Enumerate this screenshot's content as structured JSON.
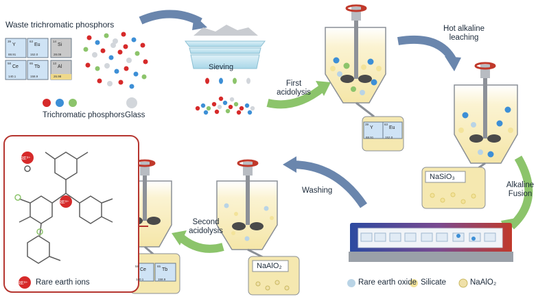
{
  "labels": {
    "waste_title": "Waste trichromatic phosphors",
    "sieving": "Sieving",
    "first_acidolysis": "First\nacidolysis",
    "hot_alkaline_leaching": "Hot alkaline\nleaching",
    "trichromatic_phosphors": "Trichromatic phosphors",
    "glass": "Glass",
    "nasio3": "NaSiO₃",
    "alkaline_fusion": "Alkaline\nFusion",
    "washing": "Washing",
    "second_acidolysis": "Second\nacidolysis",
    "naalo2": "NaAlO₂",
    "rare_earth_ions": "Rare earth ions",
    "re3_badge": "RE³⁺"
  },
  "legend": [
    {
      "label": "Rare earth oxide",
      "color": "#b9d4e6"
    },
    {
      "label": "Silicate",
      "color": "#f3e39a"
    },
    {
      "label": "NaAlO₂",
      "color": "#efe0a8"
    }
  ],
  "periodic_cells": [
    {
      "num": "39",
      "sym": "Y",
      "mass": "88.91",
      "color": "#cfe3f5"
    },
    {
      "num": "63",
      "sym": "Eu",
      "mass": "152.0",
      "color": "#cfe3f5"
    },
    {
      "num": "14",
      "sym": "Si",
      "mass": "28.09",
      "color": "#c9c9c9"
    },
    {
      "num": "58",
      "sym": "Ce",
      "mass": "140.1",
      "color": "#cfe3f5"
    },
    {
      "num": "65",
      "sym": "Tb",
      "mass": "158.9",
      "color": "#cfe3f5"
    },
    {
      "num": "13",
      "sym": "Al",
      "mass": "26.98",
      "color": "#efd98a"
    }
  ],
  "first_product_cells": [
    {
      "num": "39",
      "sym": "Y",
      "mass": "88.91"
    },
    {
      "num": "63",
      "sym": "Eu",
      "mass": "152.0"
    }
  ],
  "second_product_cells": [
    {
      "num": "58",
      "sym": "Ce",
      "mass": "140.1"
    },
    {
      "num": "65",
      "sym": "Tb",
      "mass": "158.9"
    }
  ],
  "colors": {
    "arrow_blue": "#6a86ad",
    "arrow_green": "#8cc46b",
    "liquid_yellow": "#f5e8b0",
    "tank_blue": "#2f4ea3",
    "red_ion": "#d62a2a",
    "frame_red": "#b5352f"
  }
}
